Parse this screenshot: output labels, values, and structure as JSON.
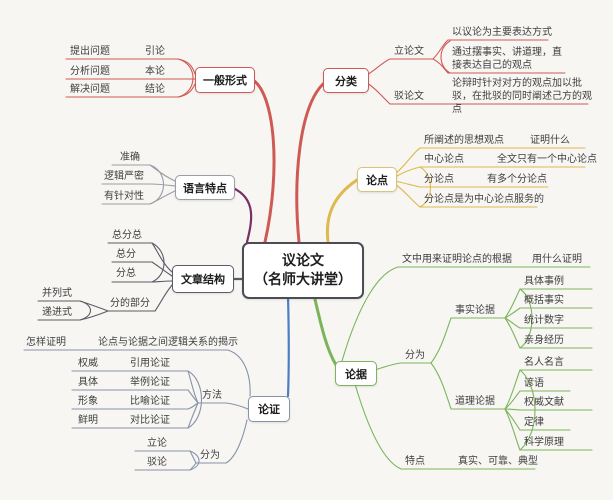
{
  "colors": {
    "red": "#cf5a55",
    "yellow": "#ddb94e",
    "yellow_border": "#d8c478",
    "purple": "#7b2f66",
    "gray": "#9b9ea6",
    "dark": "#5b5c66",
    "blue": "#4d7dc4",
    "slate": "#8793a8",
    "green": "#7cb45c",
    "center_border": "#4c4c54",
    "background": "#f7f6f3",
    "text": "#3e3e3e"
  },
  "center": {
    "line1": "议论文",
    "line2": "（名师大讲堂）"
  },
  "general_form": {
    "label": "一般形式",
    "rows": [
      {
        "sub": "提出问题",
        "item": "引论"
      },
      {
        "sub": "分析问题",
        "item": "本论"
      },
      {
        "sub": "解决问题",
        "item": "结论"
      }
    ]
  },
  "classification": {
    "label": "分类",
    "lilunwen": "立论文",
    "lilunwen_point1": "以议论为主要表达方式",
    "lilunwen_point2": "通过摆事实、讲道理，直接表达自己的观点",
    "bolunwen": "驳论文",
    "bolunwen_point": "论辩时针对对方的观点加以批驳，在批驳的同时阐述己方的观点"
  },
  "lundian": {
    "label": "论点",
    "definition": "所阐述的思想观点",
    "role": "证明什么",
    "central": "中心论点",
    "central_note": "全文只有一个中心论点",
    "sub": "分论点",
    "sub_note": "有多个分论点",
    "relation": "分论点是为中心论点服务的"
  },
  "language": {
    "label": "语言特点",
    "items": [
      "准确",
      "逻辑严密",
      "有针对性"
    ]
  },
  "structure": {
    "label": "文章结构",
    "items": [
      "总分总",
      "总分",
      "分总"
    ],
    "fen_part": "分的部分",
    "fen_types": [
      "并列式",
      "递进式"
    ]
  },
  "lunzheng": {
    "label": "论证",
    "definition_q": "怎样证明",
    "definition": "论点与论据之间逻辑关系的揭示",
    "methods_label": "方法",
    "methods": [
      {
        "trait": "权威",
        "name": "引用论证"
      },
      {
        "trait": "具体",
        "name": "举例论证"
      },
      {
        "trait": "形象",
        "name": "比喻论证"
      },
      {
        "trait": "鲜明",
        "name": "对比论证"
      }
    ],
    "types_label": "分为",
    "types": [
      "立论",
      "驳论"
    ]
  },
  "lunju": {
    "label": "论据",
    "definition": "文中用来证明论点的根据",
    "role": "用什么证明",
    "types_label": "分为",
    "factual": "事实论据",
    "factual_items": [
      "具体事例",
      "概括事实",
      "统计数字",
      "亲身经历"
    ],
    "theoretical": "道理论据",
    "theoretical_items": [
      "名人名言",
      "谚语",
      "权威文献",
      "定律",
      "科学原理"
    ],
    "traits_label": "特点",
    "traits": "真实、可靠、典型"
  }
}
